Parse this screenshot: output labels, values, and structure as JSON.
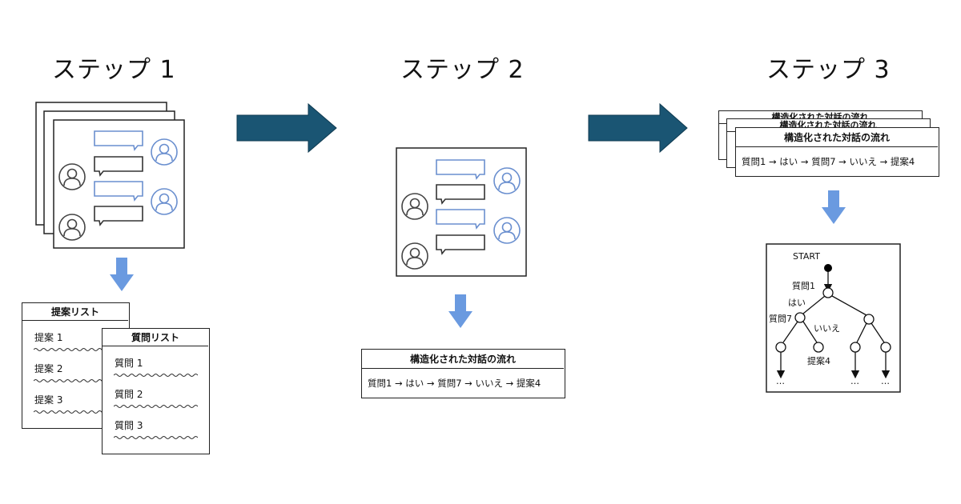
{
  "steps": [
    {
      "title": "ステップ 1"
    },
    {
      "title": "ステップ 2"
    },
    {
      "title": "ステップ 3"
    }
  ],
  "step1": {
    "proposal_list": {
      "title": "提案リスト",
      "items": [
        "提案 1",
        "提案 2",
        "提案 3"
      ]
    },
    "question_list": {
      "title": "質問リスト",
      "items": [
        "質問 1",
        "質問 2",
        "質問 3"
      ]
    }
  },
  "step2": {
    "flow_box": {
      "title": "構造化された対話の流れ",
      "content": "質問1 → はい → 質問7 → いいえ → 提案4"
    }
  },
  "step3": {
    "flow_box": {
      "title": "構造化された対話の流れ",
      "back_titles": [
        "構造化された対話の流れ",
        "構造化された対話の流れ"
      ],
      "content": "質問1 → はい → 質問7 → いいえ → 提案4"
    },
    "tree": {
      "start": "START",
      "q1": "質問1",
      "yes": "はい",
      "q7": "質問7",
      "no": "いいえ",
      "proposal": "提案4",
      "ellipsis": [
        "…",
        "…",
        "…"
      ]
    }
  },
  "colors": {
    "big_arrow": "#1a5573",
    "down_arrow": "#6a9ae0",
    "bubble_blue": "#6a8fcf",
    "bubble_gray": "#333333"
  }
}
